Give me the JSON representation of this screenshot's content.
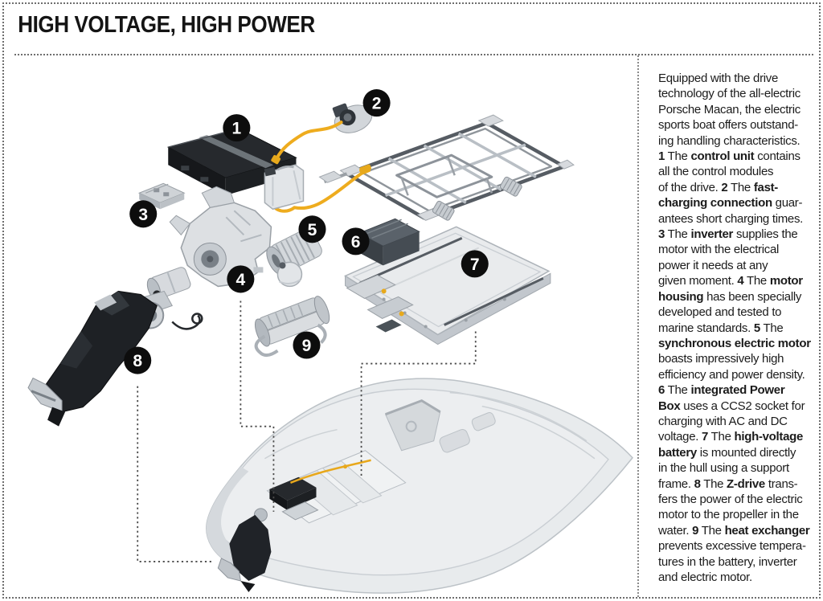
{
  "page": {
    "background": "#ffffff",
    "border_style": "dotted",
    "border_color": "#6e6e6e"
  },
  "header": {
    "title": "HIGH VOLTAGE, HIGH POWER",
    "color": "#141414"
  },
  "diagram": {
    "badge_color": "#0d0d0d",
    "badge_text_color": "#ffffff",
    "cable_color": "#eeac1e",
    "leader_line_color": "#4a4a4a",
    "badges": [
      {
        "n": "1",
        "refers_to": "control unit"
      },
      {
        "n": "2",
        "refers_to": "fast-charging connection"
      },
      {
        "n": "3",
        "refers_to": "inverter"
      },
      {
        "n": "4",
        "refers_to": "motor housing"
      },
      {
        "n": "5",
        "refers_to": "synchronous electric motor"
      },
      {
        "n": "6",
        "refers_to": "integrated Power Box"
      },
      {
        "n": "7",
        "refers_to": "high-voltage battery"
      },
      {
        "n": "8",
        "refers_to": "Z-drive"
      },
      {
        "n": "9",
        "refers_to": "heat exchanger"
      }
    ]
  },
  "sidebar": {
    "lines": [
      [
        {
          "t": "Equipped with the drive"
        }
      ],
      [
        {
          "t": "technology of the all-electric"
        }
      ],
      [
        {
          "t": "Porsche Macan, the electric"
        }
      ],
      [
        {
          "t": "sports boat offers outstand-"
        }
      ],
      [
        {
          "t": "ing handling characteristics."
        }
      ],
      [
        {
          "t": "1",
          "b": true
        },
        {
          "t": " The "
        },
        {
          "t": "control unit",
          "b": true
        },
        {
          "t": " contains"
        }
      ],
      [
        {
          "t": "all the control modules"
        }
      ],
      [
        {
          "t": "of the drive. "
        },
        {
          "t": "2",
          "b": true
        },
        {
          "t": " The "
        },
        {
          "t": "fast-",
          "b": true
        }
      ],
      [
        {
          "t": "charging connection",
          "b": true
        },
        {
          "t": " guar-"
        }
      ],
      [
        {
          "t": "antees short charging times."
        }
      ],
      [
        {
          "t": "3",
          "b": true
        },
        {
          "t": " The "
        },
        {
          "t": "inverter",
          "b": true
        },
        {
          "t": " supplies the"
        }
      ],
      [
        {
          "t": "motor with the electrical"
        }
      ],
      [
        {
          "t": "power it needs at any"
        }
      ],
      [
        {
          "t": "given moment. "
        },
        {
          "t": "4",
          "b": true
        },
        {
          "t": " The "
        },
        {
          "t": "motor",
          "b": true
        }
      ],
      [
        {
          "t": "housing",
          "b": true
        },
        {
          "t": " has been specially"
        }
      ],
      [
        {
          "t": "developed and tested to"
        }
      ],
      [
        {
          "t": "marine standards. "
        },
        {
          "t": "5",
          "b": true
        },
        {
          "t": " The"
        }
      ],
      [
        {
          "t": "synchronous electric motor",
          "b": true
        }
      ],
      [
        {
          "t": "boasts impressively high"
        }
      ],
      [
        {
          "t": "efficiency and power density."
        }
      ],
      [
        {
          "t": "6",
          "b": true
        },
        {
          "t": " The "
        },
        {
          "t": "integrated Power",
          "b": true
        }
      ],
      [
        {
          "t": "Box",
          "b": true
        },
        {
          "t": " uses a CCS2 socket for"
        }
      ],
      [
        {
          "t": "charging with AC and DC"
        }
      ],
      [
        {
          "t": "voltage. "
        },
        {
          "t": "7",
          "b": true
        },
        {
          "t": " The "
        },
        {
          "t": "high-voltage",
          "b": true
        }
      ],
      [
        {
          "t": "battery",
          "b": true
        },
        {
          "t": " is mounted directly"
        }
      ],
      [
        {
          "t": "in the hull using a support"
        }
      ],
      [
        {
          "t": "frame. "
        },
        {
          "t": "8",
          "b": true
        },
        {
          "t": " The "
        },
        {
          "t": "Z-drive",
          "b": true
        },
        {
          "t": " trans-"
        }
      ],
      [
        {
          "t": "fers the power of the electric"
        }
      ],
      [
        {
          "t": "motor to the propeller in the"
        }
      ],
      [
        {
          "t": "water. "
        },
        {
          "t": "9",
          "b": true
        },
        {
          "t": " The "
        },
        {
          "t": "heat exchanger",
          "b": true
        }
      ],
      [
        {
          "t": "prevents excessive tempera-"
        }
      ],
      [
        {
          "t": "tures in the battery, inverter"
        }
      ],
      [
        {
          "t": "and electric motor."
        }
      ]
    ]
  }
}
